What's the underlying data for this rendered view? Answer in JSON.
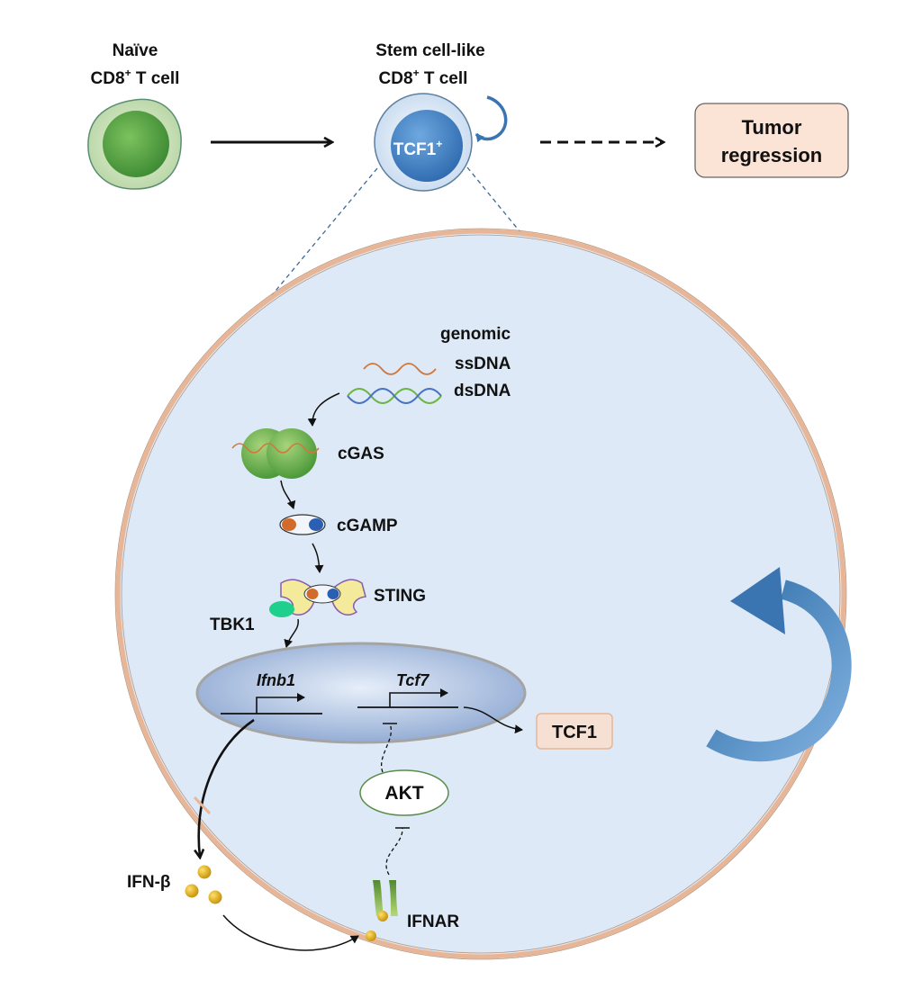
{
  "cells": {
    "naive": {
      "line1": "Naïve",
      "line2_pre": "CD8",
      "line2_sup": "+",
      "line2_post": " T cell"
    },
    "stem": {
      "line1": "Stem cell-like",
      "line2_pre": "CD8",
      "line2_sup": "+",
      "line2_post": " T cell",
      "marker": "TCF1",
      "marker_sup": "+"
    }
  },
  "outcome": {
    "line1": "Tumor",
    "line2": "regression"
  },
  "pathway": {
    "genomic": "genomic",
    "ssdna": "ssDNA",
    "dsdna": "dsDNA",
    "cgas": "cGAS",
    "cgamp": "cGAMP",
    "sting": "STING",
    "tbk1": "TBK1",
    "gene1": "Ifnb1",
    "gene2": "Tcf7",
    "tcf1": "TCF1",
    "akt": "AKT",
    "ifnb": "IFN-β",
    "ifnar": "IFNAR"
  },
  "colors": {
    "naive_cell": "#5aa24a",
    "stem_cell": "#3a78b8",
    "big_cell_fill": "#dde9f6",
    "membrane": "#e8b596",
    "cycle_arrow": "#3b75b1",
    "tumor_box": "#fbe3d5",
    "tcf1_box": "#f6dfd3",
    "ifn_ball": "#e8b412",
    "tbk1": "#1fcf8c",
    "sting": "#f3ea9b"
  }
}
